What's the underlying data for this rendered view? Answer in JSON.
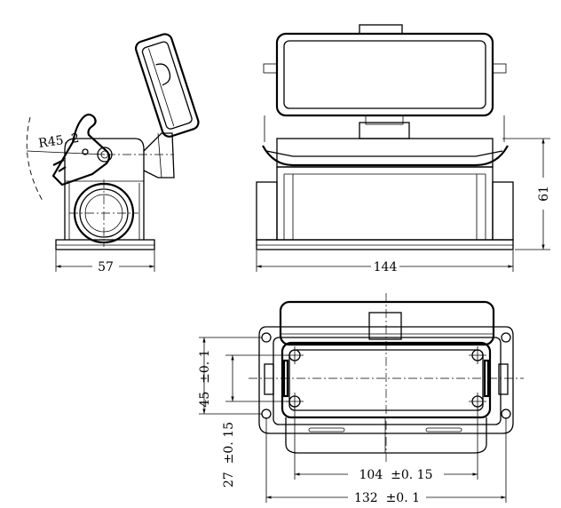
{
  "dimensions": {
    "side_width": "57",
    "side_radius": "R45. 2",
    "front_width": "144",
    "front_height": "61",
    "top_hole_x": "104  ±0. 15",
    "top_width": "132  ±0. 1",
    "top_hole_y": "45  ±0. 1",
    "top_depth": "27  ±0. 15"
  }
}
